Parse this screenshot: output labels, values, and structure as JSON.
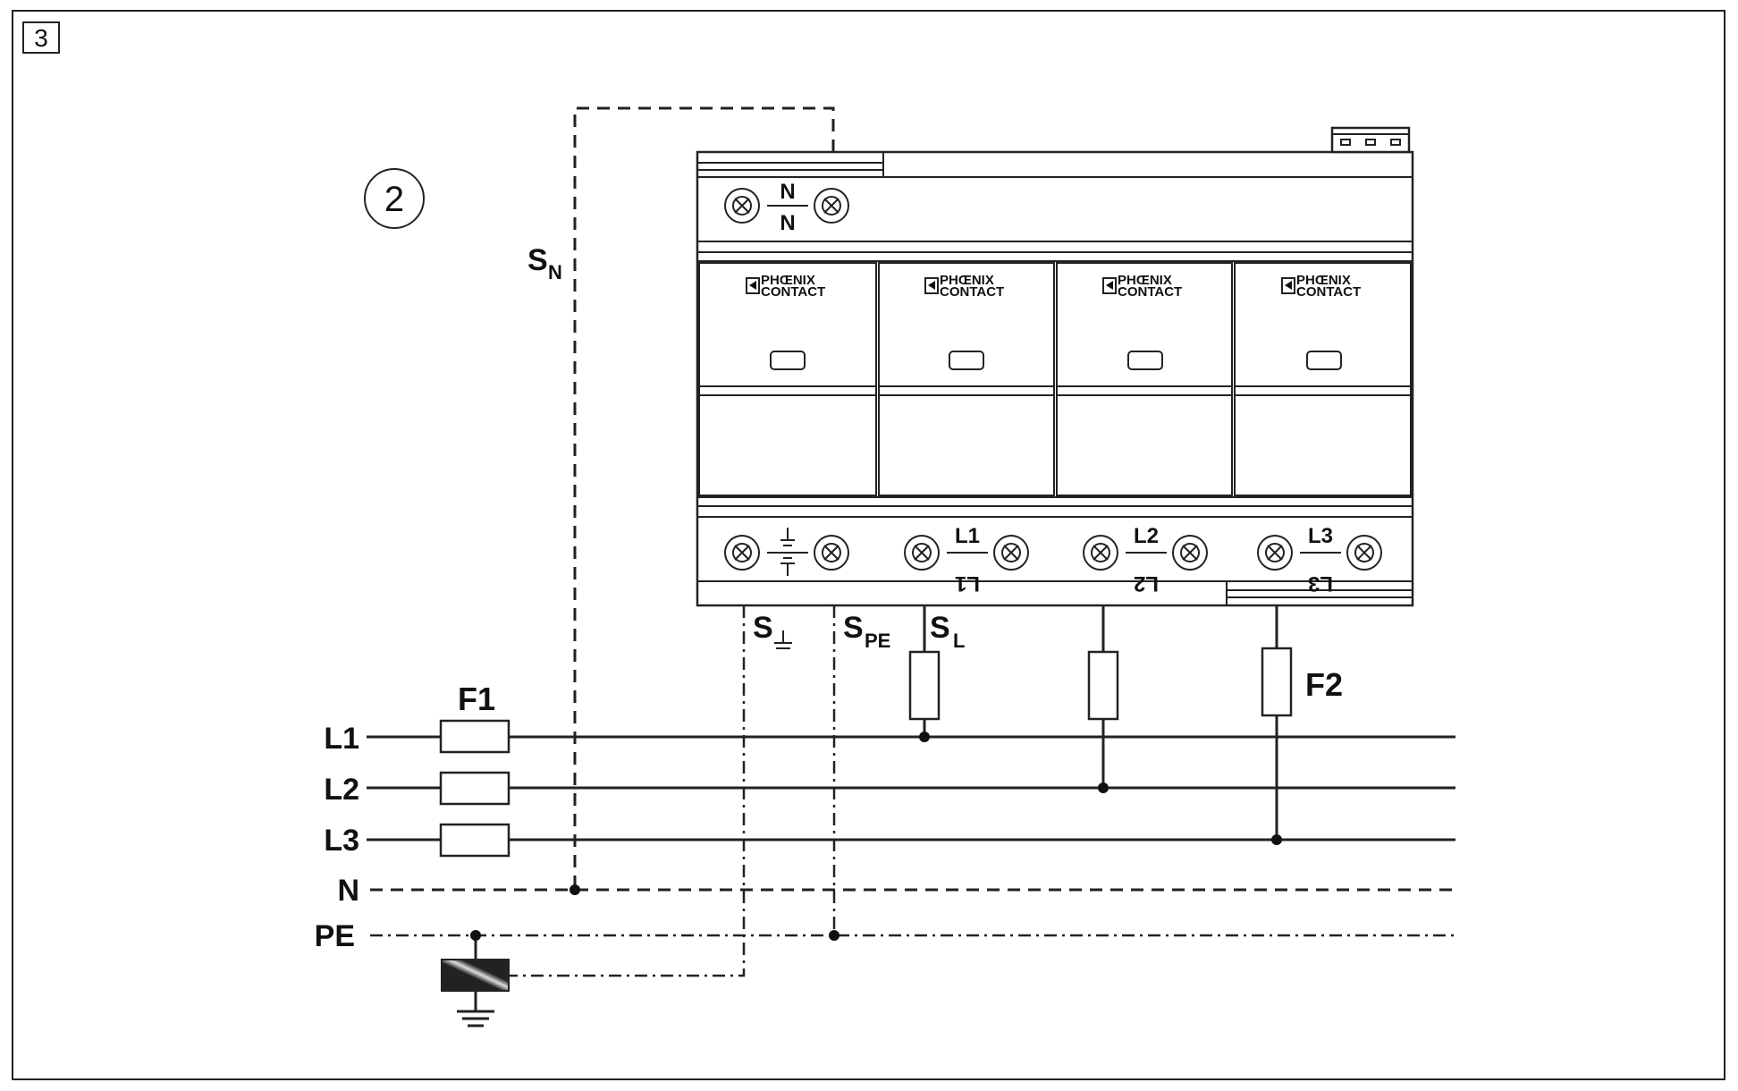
{
  "figure_number": "3",
  "callout_number": "2",
  "lines": {
    "l1": "L1",
    "l2": "L2",
    "l3": "L3",
    "n": "N",
    "pe": "PE"
  },
  "fuses": {
    "f1": "F1",
    "f2": "F2"
  },
  "connections": {
    "s_main": "S",
    "s_n_sub": "N",
    "s_pe_sub": "PE",
    "s_l_sub": "L",
    "ground_symbol": "⏚"
  },
  "device": {
    "brand_line1": "PHŒNIX",
    "brand_line2": "CONTACT",
    "top_terminal": {
      "upper": "N",
      "lower": "N"
    },
    "bottom_terminals": [
      {
        "upper": "L1",
        "lower": "L1"
      },
      {
        "upper": "L2",
        "lower": "L2"
      },
      {
        "upper": "L3",
        "lower": "L3"
      }
    ]
  }
}
